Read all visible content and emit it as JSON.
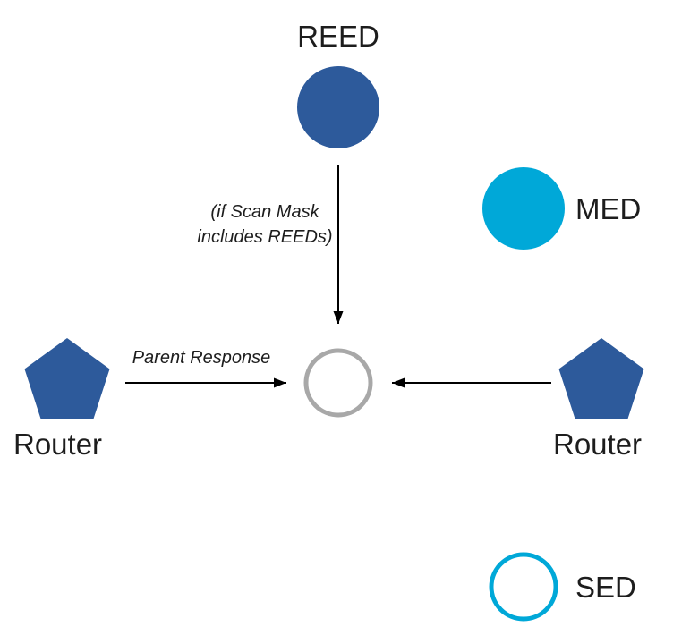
{
  "colors": {
    "node_blue": "#2d5a9b",
    "node_cyan": "#00a8d8",
    "parent_ring_gray": "#a8a8a8",
    "sed_ring_cyan": "#00a8d8",
    "arrow": "#000000",
    "background": "#ffffff"
  },
  "nodes": {
    "reed": {
      "label": "REED"
    },
    "med": {
      "label": "MED"
    },
    "sed": {
      "label": "SED"
    },
    "router_left": {
      "label": "Router"
    },
    "router_right": {
      "label": "Router"
    }
  },
  "annotations": {
    "scan_mask_line1": "(if Scan Mask",
    "scan_mask_line2": "includes REEDs)",
    "parent_response": "Parent Response"
  }
}
